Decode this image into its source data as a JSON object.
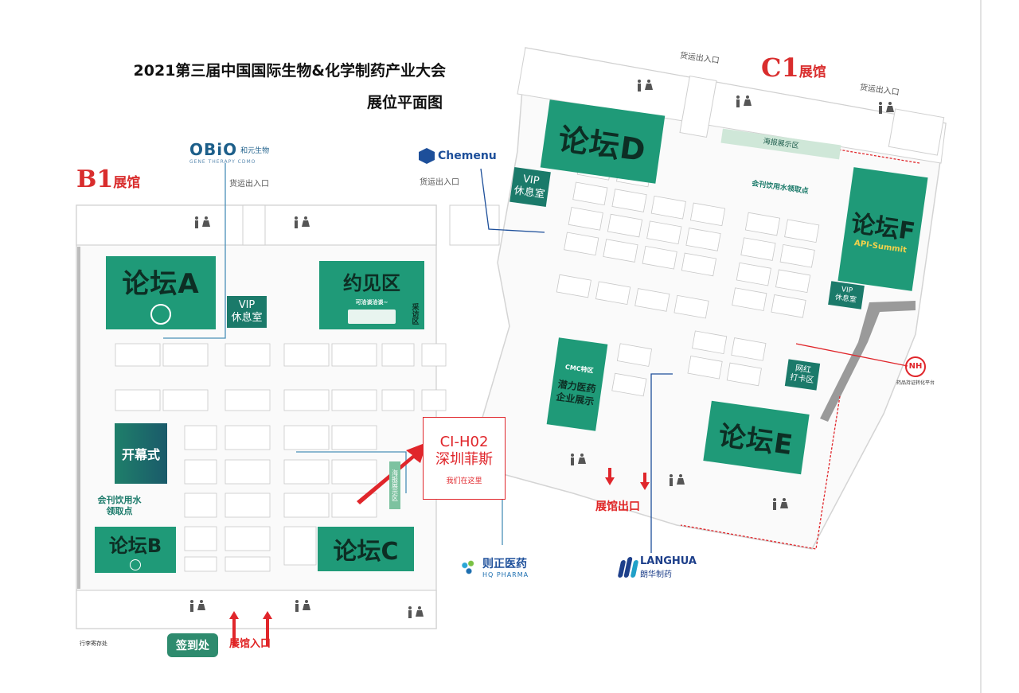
{
  "title": {
    "line1": "2021第三届中国国际生物&化学制药产业大会",
    "line2": "展位平面图"
  },
  "halls": {
    "b1": {
      "code": "B1",
      "suffix": "展馆"
    },
    "c1": {
      "code": "C1",
      "suffix": "展馆"
    }
  },
  "forums": {
    "a": "论坛A",
    "b": "论坛B",
    "c": "论坛C",
    "d": "论坛D",
    "e": "论坛E",
    "f": "论坛F",
    "f_sub": "API-Summit"
  },
  "areas": {
    "meet": "约见区",
    "meet_sub": "可洽谈洽谈~",
    "interview": "采访区",
    "opening": "开幕式",
    "vip_b1_line1": "VIP",
    "vip_b1_line2": "休息室",
    "vip_c1_line1": "VIP",
    "vip_c1_line2": "休息室",
    "vip_c1f_line1": "VIP",
    "vip_c1f_line2": "休息室",
    "cmc": "CMC特区",
    "potential_line1": "潜力医药",
    "potential_line2": "企业展示",
    "influencer_line1": "网红",
    "influencer_line2": "打卡区",
    "poster": "海报展示区",
    "poster_c1": "海报展示区",
    "water_b1_line1": "会刊饮用水",
    "water_b1_line2": "领取点",
    "water_c1": "会刊饮用水领取点",
    "signin": "签到处",
    "luggage": "行李寄存处"
  },
  "doors": {
    "cargo_b1_left": "货运出入口",
    "cargo_b1_mid": "货运出入口",
    "cargo_c1_left": "货运出入口",
    "cargo_c1_right": "货运出入口",
    "entrance": "展馆入口",
    "exit": "展馆出口"
  },
  "booth": {
    "code": "CI-H02",
    "company": "深圳菲斯",
    "note": "我们在这里"
  },
  "sponsors": {
    "obio_name": "OBiO",
    "obio_cn": "和元生物",
    "obio_sub": "GENE THERAPY CDMO",
    "chemenu": "Chemenu",
    "hq_cn": "则正医药",
    "hq_en": "HQ PHARMA",
    "langhua_en": "LANGHUA",
    "langhua_cn": "朗华制药",
    "nh_cn": "药品持证转化平台"
  },
  "colors": {
    "forum_green": "#1f9a78",
    "dark_teal": "#1b7a6a",
    "red": "#e0262b"
  }
}
